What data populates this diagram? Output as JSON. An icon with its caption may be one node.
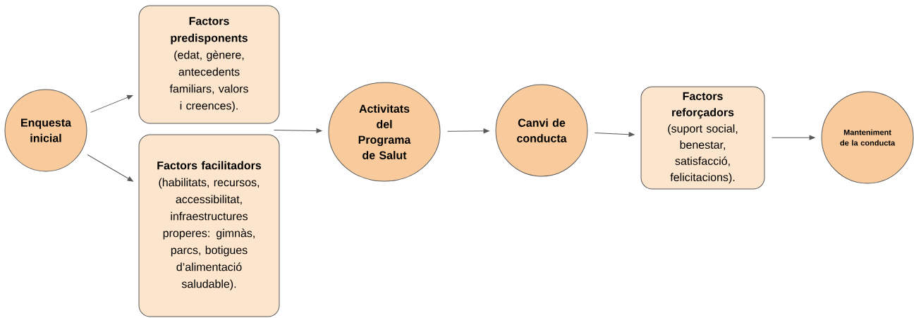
{
  "diagram": {
    "nodes": [
      {
        "text": [
          "Enquesta inicial"
        ]
      },
      {
        "text": [
          "Factors predisponents",
          "(edat, gènere, antecedents familiars, valors i creences)."
        ]
      },
      {
        "text": [
          "Factors facilitadors",
          "(habilitats, recursos, accessibilitat, infraestructures properes: gimnàs, parcs, botigues d’alimentació saludable)."
        ]
      },
      {
        "text": [
          "Activitats del Programa de Salut"
        ]
      },
      {
        "text": [
          "Canvi de conducta"
        ]
      },
      {
        "text": [
          "Factors reforçadors",
          "(suport social, benestar, satisfacció, felicitacions)."
        ]
      },
      {
        "text": [
          "Manteniment de la conducta"
        ]
      }
    ],
    "edges": [
      {
        "from": 0,
        "to": 1,
        "arrow": "to"
      },
      {
        "from": 0,
        "to": 2,
        "arrow": "to"
      },
      {
        "from": 2,
        "to": 3,
        "arrow": "to"
      },
      {
        "from": 3,
        "to": 4,
        "arrow": "to"
      },
      {
        "from": 4,
        "to": 5,
        "arrow": "to"
      },
      {
        "from": 5,
        "to": 6,
        "arrow": "to"
      }
    ]
  }
}
